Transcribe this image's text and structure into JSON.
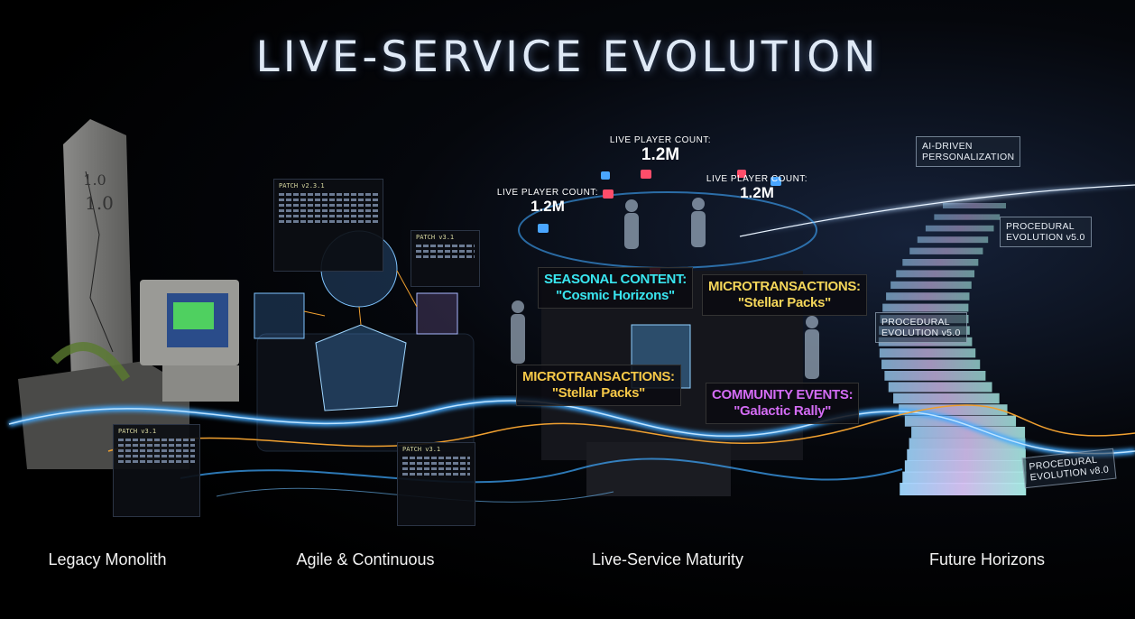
{
  "title": "LIVE-SERVICE EVOLUTION",
  "stages": [
    {
      "label": "Legacy Monolith"
    },
    {
      "label": "Agile & Continuous"
    },
    {
      "label": "Live-Service Maturity"
    },
    {
      "label": "Future Horizons"
    }
  ],
  "monolith": {
    "version_top": "1.0",
    "version_bottom": "1.0"
  },
  "patches": [
    "PATCH v2.3.1",
    "PATCH v3.1",
    "PATCH v3.1",
    "PATCH v3.1"
  ],
  "player_counts": [
    {
      "label": "LIVE PLAYER COUNT:",
      "value": "1.2M"
    },
    {
      "label": "LIVE PLAYER COUNT:",
      "value": "1.2M"
    },
    {
      "label": "LIVE PLAYER COUNT:",
      "value": "1.2M"
    }
  ],
  "signs": {
    "seasonal": {
      "line1": "SEASONAL CONTENT:",
      "line2": "\"Cosmic Horizons\"",
      "color": "#39e6f0"
    },
    "micro_top": {
      "line1": "MICROTRANSACTIONS:",
      "line2": "\"Stellar Packs\"",
      "color": "#f4d65a"
    },
    "micro_bottom": {
      "line1": "MICROTRANSACTIONS:",
      "line2": "\"Stellar Packs\"",
      "color": "#f7c948"
    },
    "community": {
      "line1": "COMMUNITY EVENTS:",
      "line2": "\"Galactic Rally\"",
      "color": "#d46cf5"
    }
  },
  "future_panels": [
    {
      "line1": "AI-DRIVEN",
      "line2": "PERSONALIZATION"
    },
    {
      "line1": "PROCEDURAL",
      "line2": "EVOLUTION v5.0"
    },
    {
      "line1": "PROCEDURAL",
      "line2": "EVOLUTION v5.0"
    },
    {
      "line1": "PROCEDURAL",
      "line2": "EVOLUTION v8.0"
    }
  ],
  "colors": {
    "background": "#000000",
    "stream_blue": "#3fa9ff",
    "stream_gold": "#f0a030",
    "title": "#dfe9f6"
  }
}
